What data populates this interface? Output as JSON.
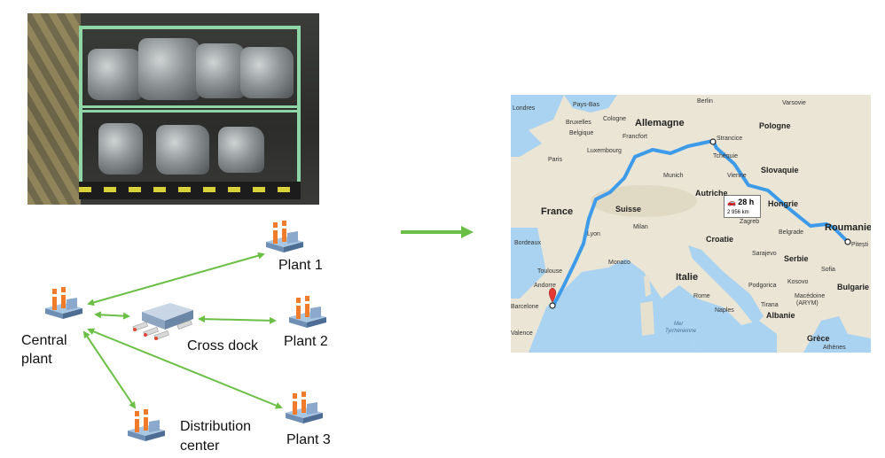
{
  "diagram": {
    "nodes": {
      "plant1": {
        "label": "Plant 1"
      },
      "plant2": {
        "label": "Plant 2"
      },
      "plant3": {
        "label": "Plant 3"
      },
      "central": {
        "label_line1": "Central",
        "label_line2": "plant"
      },
      "crossdock": {
        "label": "Cross dock"
      },
      "distribution": {
        "label_line1": "Distribution",
        "label_line2": "center"
      }
    },
    "arrow_color": "#6bbf45"
  },
  "map": {
    "route": {
      "duration": "28 h",
      "distance": "2 956 km"
    },
    "places": {
      "start": "Strancice",
      "end": "Barcelone",
      "pitesti": "Pitești"
    },
    "labels": {
      "pays_bas": "Pays-Bas",
      "londres": "Londres",
      "bruxelles": "Bruxelles",
      "belgique": "Belgique",
      "luxembourg": "Luxembourg",
      "paris": "Paris",
      "allemagne": "Allemagne",
      "cologne": "Cologne",
      "francfort": "Francfort",
      "munich": "Munich",
      "berlin": "Berlin",
      "pologne": "Pologne",
      "varsovie": "Varsovie",
      "tcheque": "Tchéquie",
      "slovaquie": "Slovaquie",
      "autriche": "Autriche",
      "vienne": "Vienne",
      "hongrie": "Hongrie",
      "france": "France",
      "suisse": "Suisse",
      "milan": "Milan",
      "zagreb": "Zagreb",
      "croatie": "Croatie",
      "belgrade": "Belgrade",
      "serbie": "Serbie",
      "roumanie": "Roumanie",
      "monaco": "Monaco",
      "italie": "Italie",
      "andorre": "Andorre",
      "rome": "Rome",
      "sarajevo": "Sarajevo",
      "podgorica": "Podgorica",
      "kosovo": "Kosovo",
      "sofia": "Sofia",
      "bulgarie": "Bulgarie",
      "macedoine": "Macédoine",
      "aryim": "(ARYM)",
      "tirana": "Tirana",
      "albanie": "Albanie",
      "mer": "Mer",
      "tyrrhenienne": "Tyrrhénienne",
      "grece": "Grèce",
      "athenes": "Athènes",
      "valence": "Valence",
      "naples": "Naples",
      "bordeaux": "Bordeaux",
      "lyon": "Lyon",
      "toulouse": "Toulouse"
    },
    "colors": {
      "route": "#3d9be9",
      "sea": "#a9d3f0",
      "land": "#eae5d5"
    }
  }
}
